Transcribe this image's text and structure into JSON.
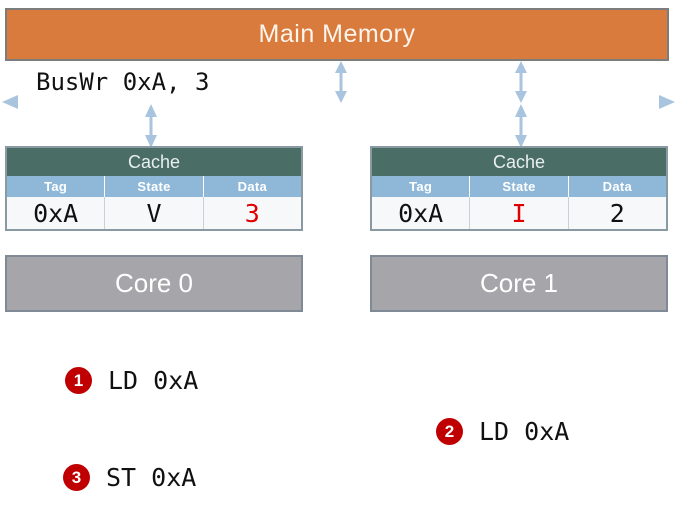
{
  "memory": {
    "label": "Main Memory",
    "color": "#d97b3c"
  },
  "bus": {
    "label": "BusWr 0xA, 3",
    "line_color": "#a8c4de"
  },
  "caches": [
    {
      "title": "Cache",
      "columns": [
        "Tag",
        "State",
        "Data"
      ],
      "row": [
        "0xA",
        "V",
        "3"
      ],
      "highlight_index": 2,
      "highlight_color": "#e00000",
      "core_label": "Core 0"
    },
    {
      "title": "Cache",
      "columns": [
        "Tag",
        "State",
        "Data"
      ],
      "row": [
        "0xA",
        "I",
        "2"
      ],
      "highlight_index": 1,
      "highlight_color": "#e00000",
      "core_label": "Core 1"
    }
  ],
  "steps": [
    {
      "number": "1",
      "text": "LD 0xA"
    },
    {
      "number": "2",
      "text": "LD 0xA"
    },
    {
      "number": "3",
      "text": "ST 0xA"
    }
  ],
  "colors": {
    "cache_title_bg": "#4a6e66",
    "cache_header_bg": "#8fb8d8",
    "core_bg": "#a6a6aa",
    "badge_bg": "#c00000"
  }
}
